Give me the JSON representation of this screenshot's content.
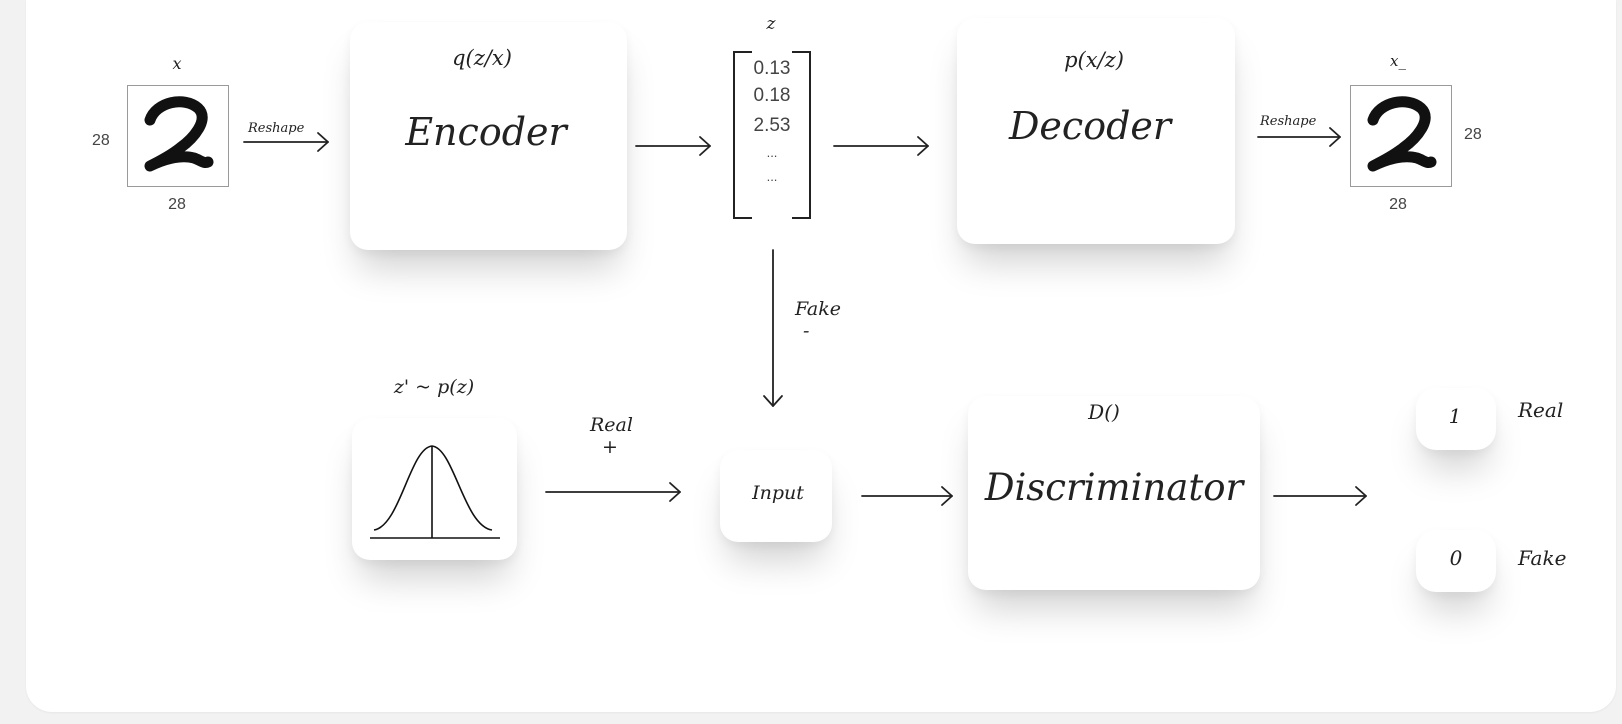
{
  "input": {
    "label": "x",
    "width": "28",
    "height": "28",
    "digit": "2"
  },
  "reshape_in": "Reshape",
  "encoder": {
    "formula": "q(z/x)",
    "title": "Encoder"
  },
  "latent": {
    "label": "z",
    "values": [
      "0.13",
      "0.18",
      "2.53",
      "...",
      "..."
    ]
  },
  "decoder": {
    "formula": "p(x/z)",
    "title": "Decoder"
  },
  "reshape_out": "Reshape",
  "output": {
    "label": "x_",
    "width": "28",
    "height": "28",
    "digit": "2"
  },
  "fake_arrow": {
    "label": "Fake",
    "sign": "-"
  },
  "prior": {
    "label": "z' ~ p(z)"
  },
  "real_arrow": {
    "label": "Real",
    "sign": "+"
  },
  "input_node": {
    "label": "Input"
  },
  "discriminator": {
    "formula": "D()",
    "title": "Discriminator"
  },
  "outputs": [
    {
      "value": "1",
      "label": "Real"
    },
    {
      "value": "0",
      "label": "Fake"
    }
  ]
}
